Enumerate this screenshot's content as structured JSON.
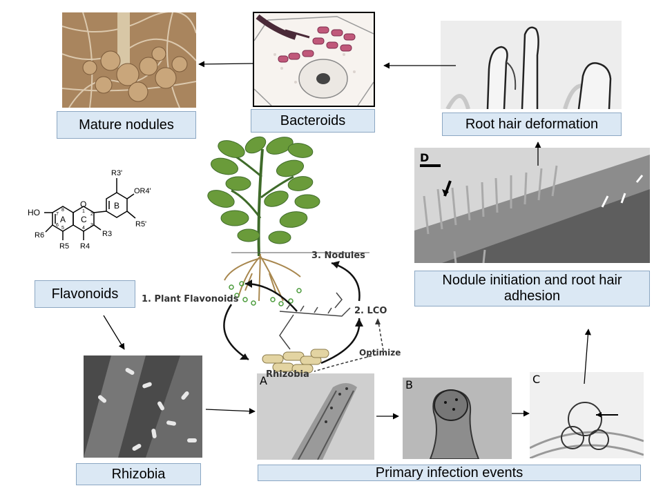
{
  "labels": {
    "mature_nodules": "Mature nodules",
    "bacteroids": "Bacteroids",
    "root_hair_deformation": "Root hair deformation",
    "flavonoids": "Flavonoids",
    "nodule_initiation": "Nodule initiation and root hair adhesion",
    "rhizobia": "Rhizobia",
    "primary_infection": "Primary infection events"
  },
  "cycle": {
    "step1": "1. Plant Flavonoids",
    "step2": "2. LCO",
    "step3": "3. Nodules",
    "rhizobia": "Rhizobia",
    "optimize": "Optimize"
  },
  "panel_letters": {
    "a": "A",
    "b": "B",
    "c": "C",
    "d": "D"
  },
  "flavonoid_structure": {
    "ho": "HO",
    "ring_a": "A",
    "ring_b": "B",
    "ring_c": "C",
    "oxygen": "O",
    "r3p": "R3'",
    "or4p": "OR4'",
    "r5p": "R5'",
    "r3": "R3",
    "r4": "R4",
    "r5": "R5",
    "r6": "R6",
    "n1": "1",
    "n2": "2",
    "n3": "3",
    "n4": "4",
    "n5": "5",
    "n6": "6",
    "n7": "7",
    "n8": "8"
  },
  "colors": {
    "label_fill": "#dbe8f4",
    "label_border": "#8aa6c2",
    "bacteroid": "#c0587a",
    "cycle_text": "#333333"
  }
}
